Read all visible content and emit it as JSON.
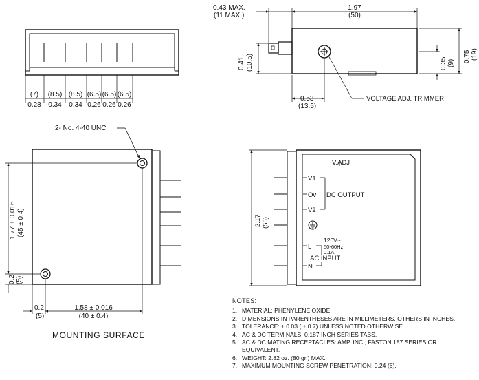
{
  "top_view": {
    "pitch_mm": [
      "(7)",
      "(8.5)",
      "(8.5)",
      "(6.5)",
      "(6.5)",
      "(6.5)"
    ],
    "pitch_in": [
      "0.28",
      "0.34",
      "0.34",
      "0.26",
      "0.26",
      "0.26"
    ]
  },
  "side_view": {
    "tab_length": "0.43 MAX.",
    "tab_length_mm": "(11 MAX.)",
    "length": "1.97",
    "length_mm": "(50)",
    "tab_height": "0.41",
    "tab_height_mm": "(10.5)",
    "trimmer_height": "0.35",
    "trimmer_height_mm": "(9)",
    "height": "0.75",
    "height_mm": "(19)",
    "trimmer_offset": "0.53",
    "trimmer_offset_mm": "(13.5)",
    "trimmer_label": "VOLTAGE ADJ. TRIMMER"
  },
  "mounting_view": {
    "hole_label": "2- No. 4-40 UNC",
    "hole_spacing_v": "1.77 ± 0.016",
    "hole_spacing_v_mm": "(45 ± 0.4)",
    "edge_v": "0.2",
    "edge_v_mm": "(5)",
    "edge_h": "0.2",
    "edge_h_mm": "(5)",
    "hole_spacing_h": "1.58 ± 0.016",
    "hole_spacing_h_mm": "(40 ± 0.4)",
    "caption": "MOUNTING SURFACE"
  },
  "terminal_view": {
    "width": "2.17",
    "width_mm": "(55)",
    "vadj": "V.ADJ",
    "v1": "V1",
    "ov": "Ov",
    "dc_output": "DC OUTPUT",
    "v2": "V2",
    "l": "L",
    "n": "N",
    "ac_rating_1": "120V~",
    "ac_rating_2": "50-60Hz",
    "ac_rating_3": "0.1A",
    "ac_input": "AC INPUT"
  },
  "notes": {
    "header": "NOTES:",
    "items": [
      {
        "n": "1.",
        "text": "MATERIAL: PHENYLENE OXIDE."
      },
      {
        "n": "2.",
        "text": "DIMENSIONS IN PARENTHESES ARE IN MILLIMETERS, OTHERS IN INCHES."
      },
      {
        "n": "3.",
        "text": "TOLERANCE: ± 0.03 ( ± 0.7) UNLESS NOTED OTHERWISE."
      },
      {
        "n": "4.",
        "text": "AC & DC TERMINALS: 0.187 INCH SERIES TABS."
      },
      {
        "n": "5.",
        "text": "AC & DC MATING RECEPTACLES: AMP. INC., FASTON 187 SERIES OR EQUIVALENT."
      },
      {
        "n": "6.",
        "text": "WEIGHT: 2.82 oz. (80 gr.) MAX."
      },
      {
        "n": "7.",
        "text": "MAXIMUM MOUNTING SCREW PENETRATION: 0.24 (6)."
      }
    ]
  }
}
